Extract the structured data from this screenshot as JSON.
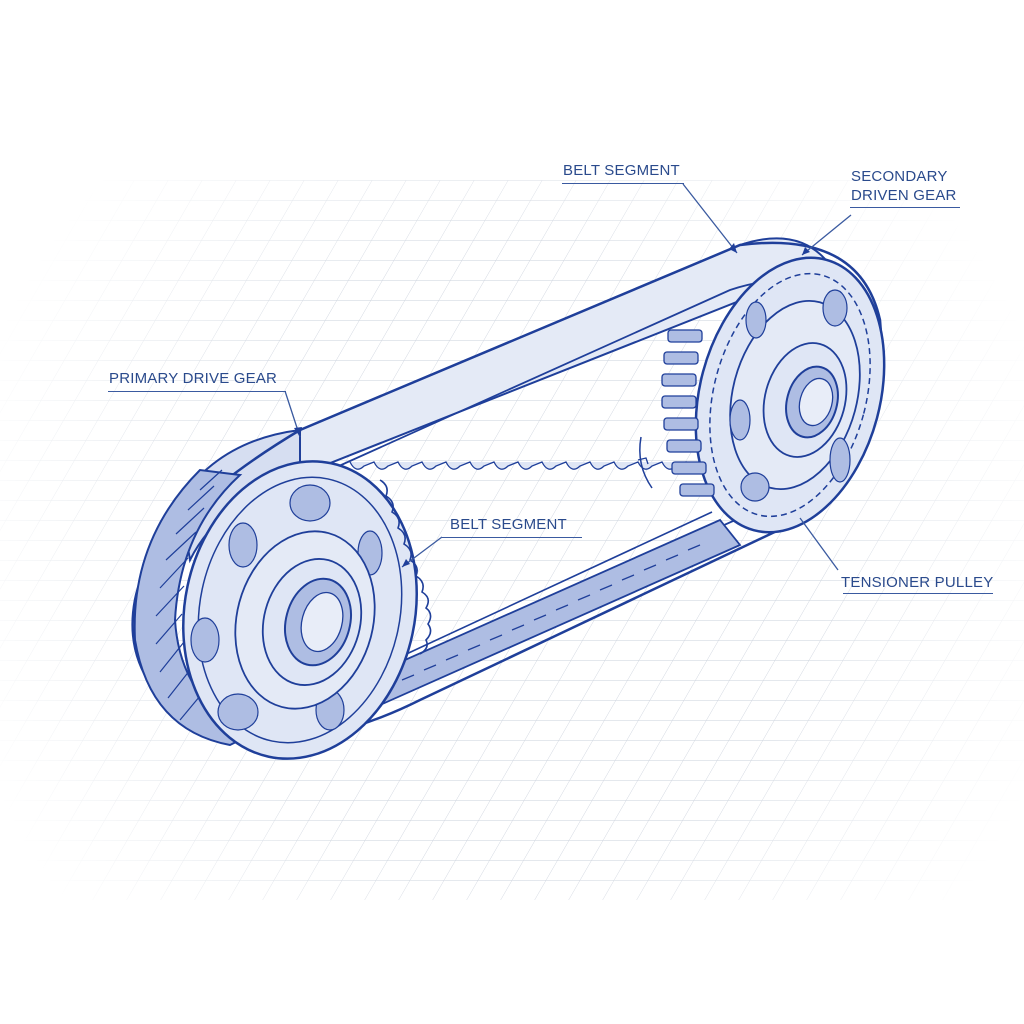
{
  "diagram": {
    "subject": "Timing belt drive assembly (isometric blueprint sketch)",
    "colors": {
      "ink": "#1f3f9a",
      "fill": "#dfe6f5",
      "shade": "#aebde3",
      "grid": "#c9cfda",
      "label": "#2a4a8c"
    },
    "labels": [
      {
        "id": "belt-segment-top",
        "text": "BELT SEGMENT"
      },
      {
        "id": "secondary-driven-gear",
        "text": "SECONDARY\nDRIVEN GEAR",
        "line1": "SECONDARY",
        "line2": "DRIVEN GEAR"
      },
      {
        "id": "primary-drive-gear",
        "text": "PRIMARY DRIVE GEAR"
      },
      {
        "id": "belt-segment-center",
        "text": "BELT SEGMENT"
      },
      {
        "id": "tensioner-pulley",
        "text": "TENSIONER PULLEY"
      }
    ],
    "components": [
      "primary drive gear",
      "secondary driven gear",
      "toothed belt",
      "tensioner pulley",
      "rotation arrow"
    ]
  }
}
